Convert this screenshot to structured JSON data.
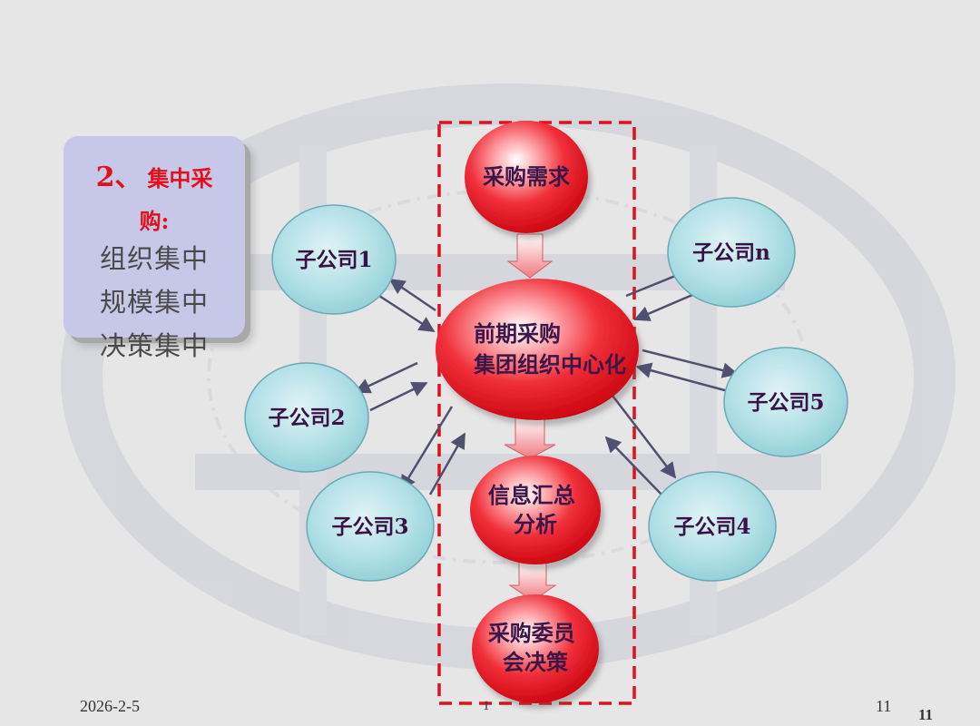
{
  "title_box": {
    "number": "2、",
    "heading_line1": "集中采",
    "heading_line2": "购:",
    "items": [
      "组织集中",
      "规模集中",
      "决策集中"
    ]
  },
  "central_flow": [
    {
      "id": "demand",
      "lines": [
        "采购需求"
      ]
    },
    {
      "id": "center",
      "lines": [
        "前期采购",
        "集团组织中心化"
      ]
    },
    {
      "id": "analysis",
      "lines": [
        "信息汇总",
        "分析"
      ]
    },
    {
      "id": "decision",
      "lines": [
        "采购委员",
        "会决策"
      ]
    }
  ],
  "subsidiaries": [
    "子公司1",
    "子公司2",
    "子公司3",
    "子公司n",
    "子公司5",
    "子公司4"
  ],
  "footer": {
    "date": "2026-2-5",
    "center_mark": "1",
    "page_number": "11",
    "page_number_corner": "11"
  },
  "colors": {
    "background": "#e6e6e6",
    "red_node": "#e8101a",
    "bubble": "#a9dce2",
    "dash_box": "#e0101c",
    "heading_red": "#e0101c",
    "arrow": "#505070",
    "title_box": "#c7c7e8",
    "node_text": "#3a1248"
  }
}
